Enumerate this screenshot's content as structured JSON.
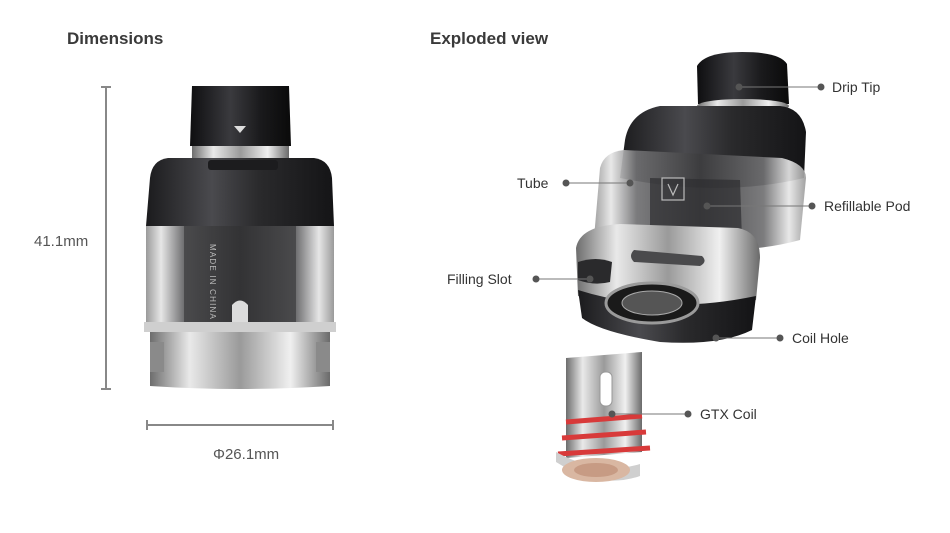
{
  "headings": {
    "dimensions": "Dimensions",
    "exploded": "Exploded view"
  },
  "dimensions": {
    "height": "41.1mm",
    "diameter": "Φ26.1mm"
  },
  "product_markings": {
    "side_text": "MADE IN CHINA"
  },
  "callouts": {
    "drip_tip": "Drip Tip",
    "tube": "Tube",
    "refillable_pod": "Refillable Pod",
    "filling_slot": "Filling Slot",
    "coil_hole": "Coil Hole",
    "gtx_coil": "GTX Coil"
  },
  "colors": {
    "body_black": "#2a2a2c",
    "steel": "#bdbdbd",
    "coil_red": "#d83a3a",
    "dim_line": "#888888",
    "callout_dot": "#555555"
  }
}
